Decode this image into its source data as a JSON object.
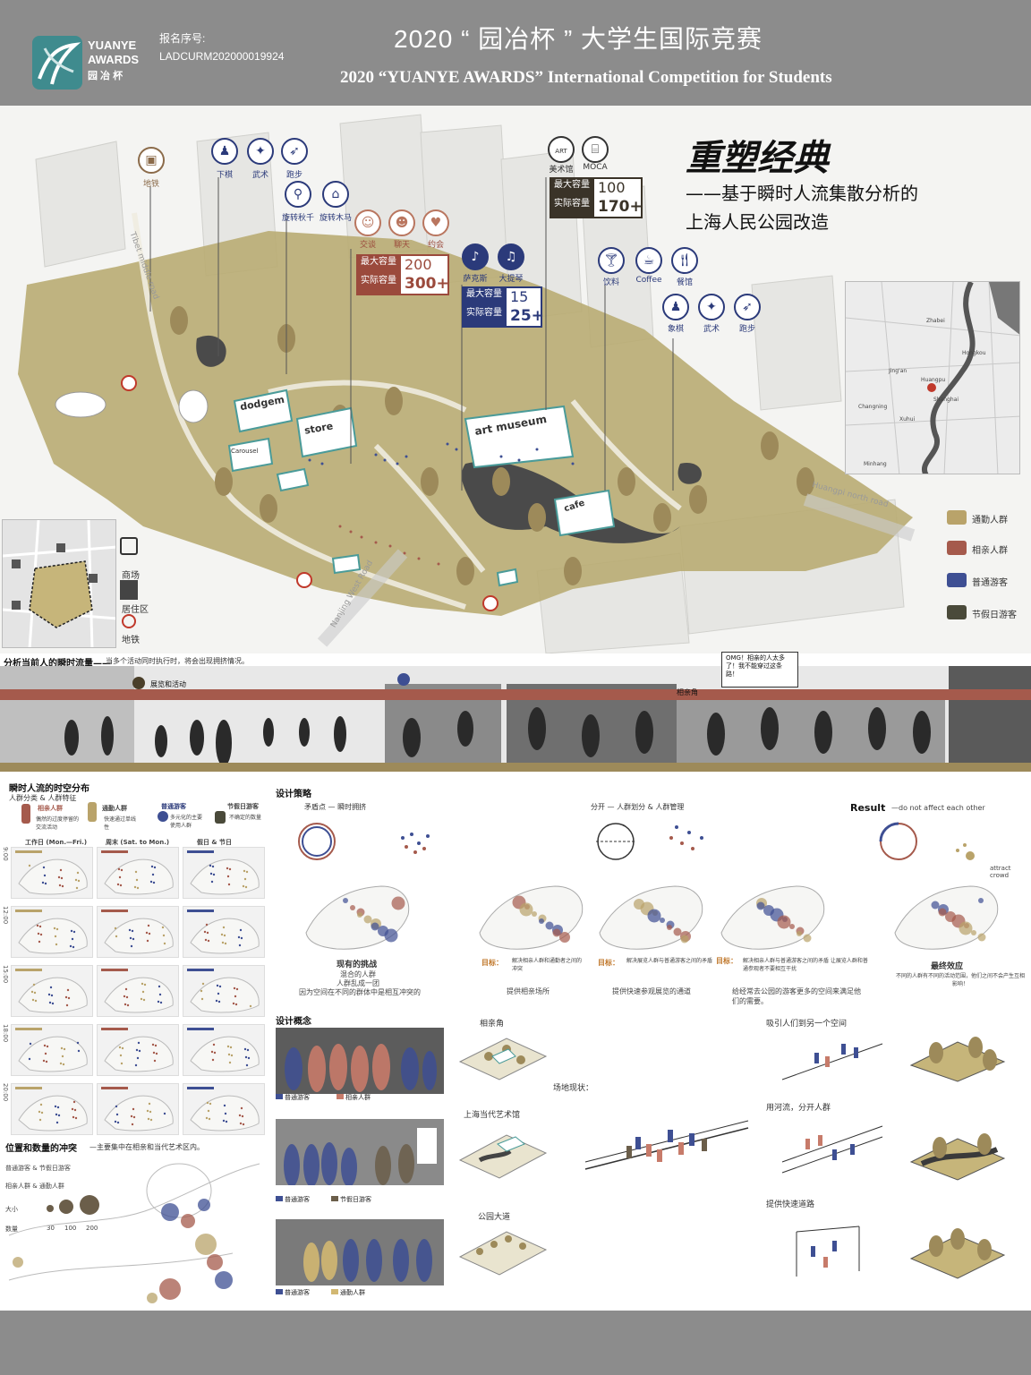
{
  "header": {
    "logo_line1": "YUANYE",
    "logo_line2": "AWARDS",
    "logo_cn": "园 冶 杯",
    "reg_label": "报名序号:",
    "reg_number": "LADCURM202000019924",
    "title_cn": "2020 “ 园冶杯 ” 大学生国际竞赛",
    "title_en": "2020 “YUANYE AWARDS” International Competition for  Students"
  },
  "poster": {
    "title": "重塑经典",
    "subtitle_line1": "——基于瞬时人流集散分析的",
    "subtitle_line2": "上海人民公园改造"
  },
  "map_icons": {
    "metro": "地铁",
    "chess": "下棋",
    "martial": "武术",
    "running": "跑步",
    "swing": "旋转秋千",
    "carousel": "旋转木马",
    "social": "交谈",
    "chat": "聊天",
    "date": "约会",
    "sax": "萨克斯",
    "cello": "大提琴",
    "art_museum": "美术馆",
    "moca": "MOCA",
    "drinks": "饮料",
    "coffee": "Coffee",
    "restaurant": "餐馆",
    "chess2": "象棋",
    "martial2": "武术",
    "running2": "跑步",
    "art_badge": "ART"
  },
  "capacity_boxes": [
    {
      "max_label": "最大容量",
      "max_value": "200",
      "actual_label": "实际容量",
      "actual_value": "300+",
      "color": "#9b4a3c"
    },
    {
      "max_label": "最大容量",
      "max_value": "15",
      "actual_label": "实际容量",
      "actual_value": "25+",
      "color": "#2b3a7a"
    },
    {
      "max_label": "最大容量",
      "max_value": "100",
      "actual_label": "实际容量",
      "actual_value": "170+",
      "color": "#3a3328"
    }
  ],
  "map_labels": {
    "dodgem": "dodgem",
    "store": "store",
    "carousel": "Carousel",
    "art_museum": "art museum",
    "cafe": "cafe",
    "road_tibet": "Tibet middle road",
    "road_huangpi": "Huangpi north road",
    "road_nanjing": "Nanjing West Road"
  },
  "locator": {
    "labels": [
      "Jing'an",
      "Zhabei",
      "Hongkou",
      "Huangpu",
      "Shanghai",
      "Xuhui",
      "Changning",
      "Minhang"
    ]
  },
  "people_legend": [
    {
      "label": "通勤人群",
      "color": "#b9a36a"
    },
    {
      "label": "相亲人群",
      "color": "#a55a4c"
    },
    {
      "label": "普通游客",
      "color": "#3e4f93"
    },
    {
      "label": "节假日游客",
      "color": "#4a4a3a"
    }
  ],
  "mini_legend": {
    "mall": "商场",
    "residential": "居住区",
    "metro": "地铁"
  },
  "strip": {
    "title": "分析当前人的瞬时流量——",
    "note": "当多个活动同时执行时，将会出现拥挤情况。",
    "exhibit_tag": "展览和活动",
    "blind_date_tag": "相亲角",
    "speech": "OMG！相亲的人太多了！我不能穿过这条路！"
  },
  "spatiotemporal": {
    "title": "瞬时人流的时空分布",
    "subtitle": "人群分类 & 人群特征",
    "groups": [
      {
        "name": "相亲人群",
        "desc": "偶然的过度停留的交流活动"
      },
      {
        "name": "通勤人群",
        "desc": "快速通过单线性"
      },
      {
        "name": "普通游客",
        "desc": "多元化的主要使用人群"
      },
      {
        "name": "节假日游客",
        "desc": "不确定的数量"
      }
    ],
    "columns": [
      "工作日 (Mon.—Fri.)",
      "周末 (Sat. to Mon.)",
      "假日 & 节日"
    ],
    "times": [
      "9:00",
      "12:00",
      "15:00",
      "18:00",
      "20:00"
    ]
  },
  "conflict": {
    "title": "位置和数量的冲突",
    "subtitle": "—主要集中在相亲和当代艺术区内。",
    "legend1": "普通游客 & 节假日游客",
    "legend2": "相亲人群 & 通勤人群",
    "size_label": "大小",
    "count_label": "数量",
    "scale": [
      "30",
      "100",
      "200"
    ]
  },
  "strategy": {
    "title": "设计策略",
    "conflict_label": "矛盾点 — 瞬时拥挤",
    "separate_label": "分开 — 人群划分 & 人群管理",
    "result_label": "Result",
    "result_note": "—do not affect each other",
    "attract": "attract crowd",
    "challenge_title": "现有的挑战",
    "challenge_lines": [
      "混合的人群",
      "人群乱成一团",
      "因为空间在不同的群体中是相互冲突的"
    ],
    "goal_label": "目标：",
    "goal1": "解决相亲人群和通勤者之间的冲突",
    "goal2": "解决展览人群与普通游客之间的矛盾",
    "goal3": "解决相亲人群与普通游客之间的矛盾  让展览人群和普通参观者不要相互干扰",
    "provide1": "提供相亲场所",
    "provide2": "提供快速参观展览的通道",
    "provide3": "给经常去公园的游客更多的空间来满足他们的需要。",
    "final_title": "最终效应",
    "final_desc": "不同的人群有不同的活动范围，他们之间不会产生互相影响！"
  },
  "concept": {
    "title": "设计概念",
    "photo_tags": [
      [
        "普通游客",
        "相亲人群"
      ],
      [
        "普通游客",
        "节假日游客"
      ],
      [
        "普通游客",
        "通勤人群"
      ]
    ],
    "sites": [
      "相亲角",
      "上海当代艺术馆",
      "公园大道"
    ],
    "site_status": "场地现状：",
    "actions": [
      "吸引人们到另一个空间",
      "用河流，分开人群",
      "提供快速道路"
    ]
  },
  "colors": {
    "header_gray": "#8c8c8c",
    "park_olive": "#b9ac73",
    "brown_red": "#a55a4c",
    "navy": "#2b3a7a",
    "gold": "#9d8a5a"
  }
}
